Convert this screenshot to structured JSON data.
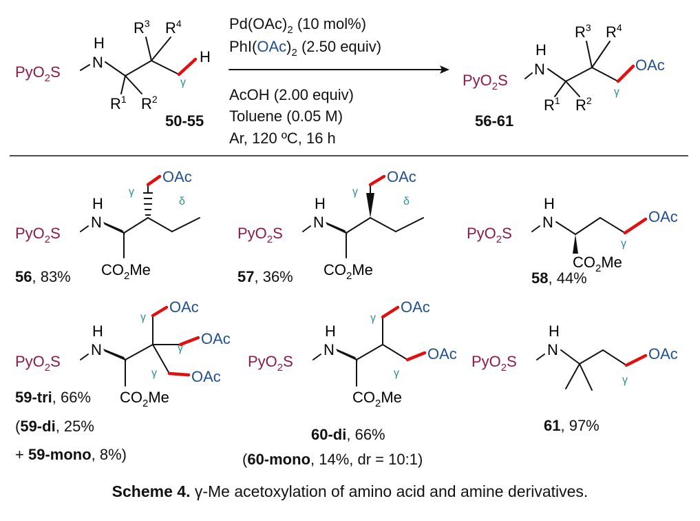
{
  "colors": {
    "py": "#8b1a4a",
    "oac": "#1f4f8f",
    "greek": "#2f8f8f",
    "red": "#e01010",
    "black": "#111111"
  },
  "atoms": {
    "pyo2s": "PyO₂S",
    "nh": "N",
    "h": "H",
    "oac": "OAc",
    "co2me": "CO₂Me"
  },
  "greek": {
    "gamma": "γ",
    "delta": "δ"
  },
  "rgroups": {
    "r1": "R",
    "r1n": "1",
    "r2": "R",
    "r2n": "2",
    "r3": "R",
    "r3n": "3",
    "r4": "R",
    "r4n": "4"
  },
  "conditions": {
    "line1_a": "Pd(OAc)",
    "line1_sub": "2",
    "line1_b": " (10 mol%)",
    "line2_a": "PhI(",
    "line2_oac": "OAc",
    "line2_b": ")",
    "line2_sub": "2",
    "line2_c": " (2.50 equiv)",
    "line3": "AcOH (2.00 equiv)",
    "line4": "Toluene (0.05 M)",
    "line5": "Ar, 120 ºC, 16 h"
  },
  "reaction": {
    "substrate_label": "50-55",
    "product_label": "56-61"
  },
  "compounds": {
    "c56": {
      "id": "56",
      "yield": ", 83%"
    },
    "c57": {
      "id": "57",
      "yield": ", 36%"
    },
    "c58": {
      "id": "58",
      "yield": ", 44%"
    },
    "c59": {
      "id": "59-tri",
      "yield": ", 66%",
      "note1_open": "(",
      "note1_id": "59-di",
      "note1_yield": ", 25%",
      "note2_plus": "+ ",
      "note2_id": "59-mono",
      "note2_yield": ", 8%)"
    },
    "c60": {
      "id": "60-di",
      "yield": ", 66%",
      "note_open": "(",
      "note_id": "60-mono",
      "note_rest": ", 14%, dr = 10:1)"
    },
    "c61": {
      "id": "61",
      "yield": ", 97%"
    }
  },
  "caption": {
    "bold": "Scheme 4.",
    "text": " γ-Me acetoxylation of amino acid and amine derivatives."
  }
}
